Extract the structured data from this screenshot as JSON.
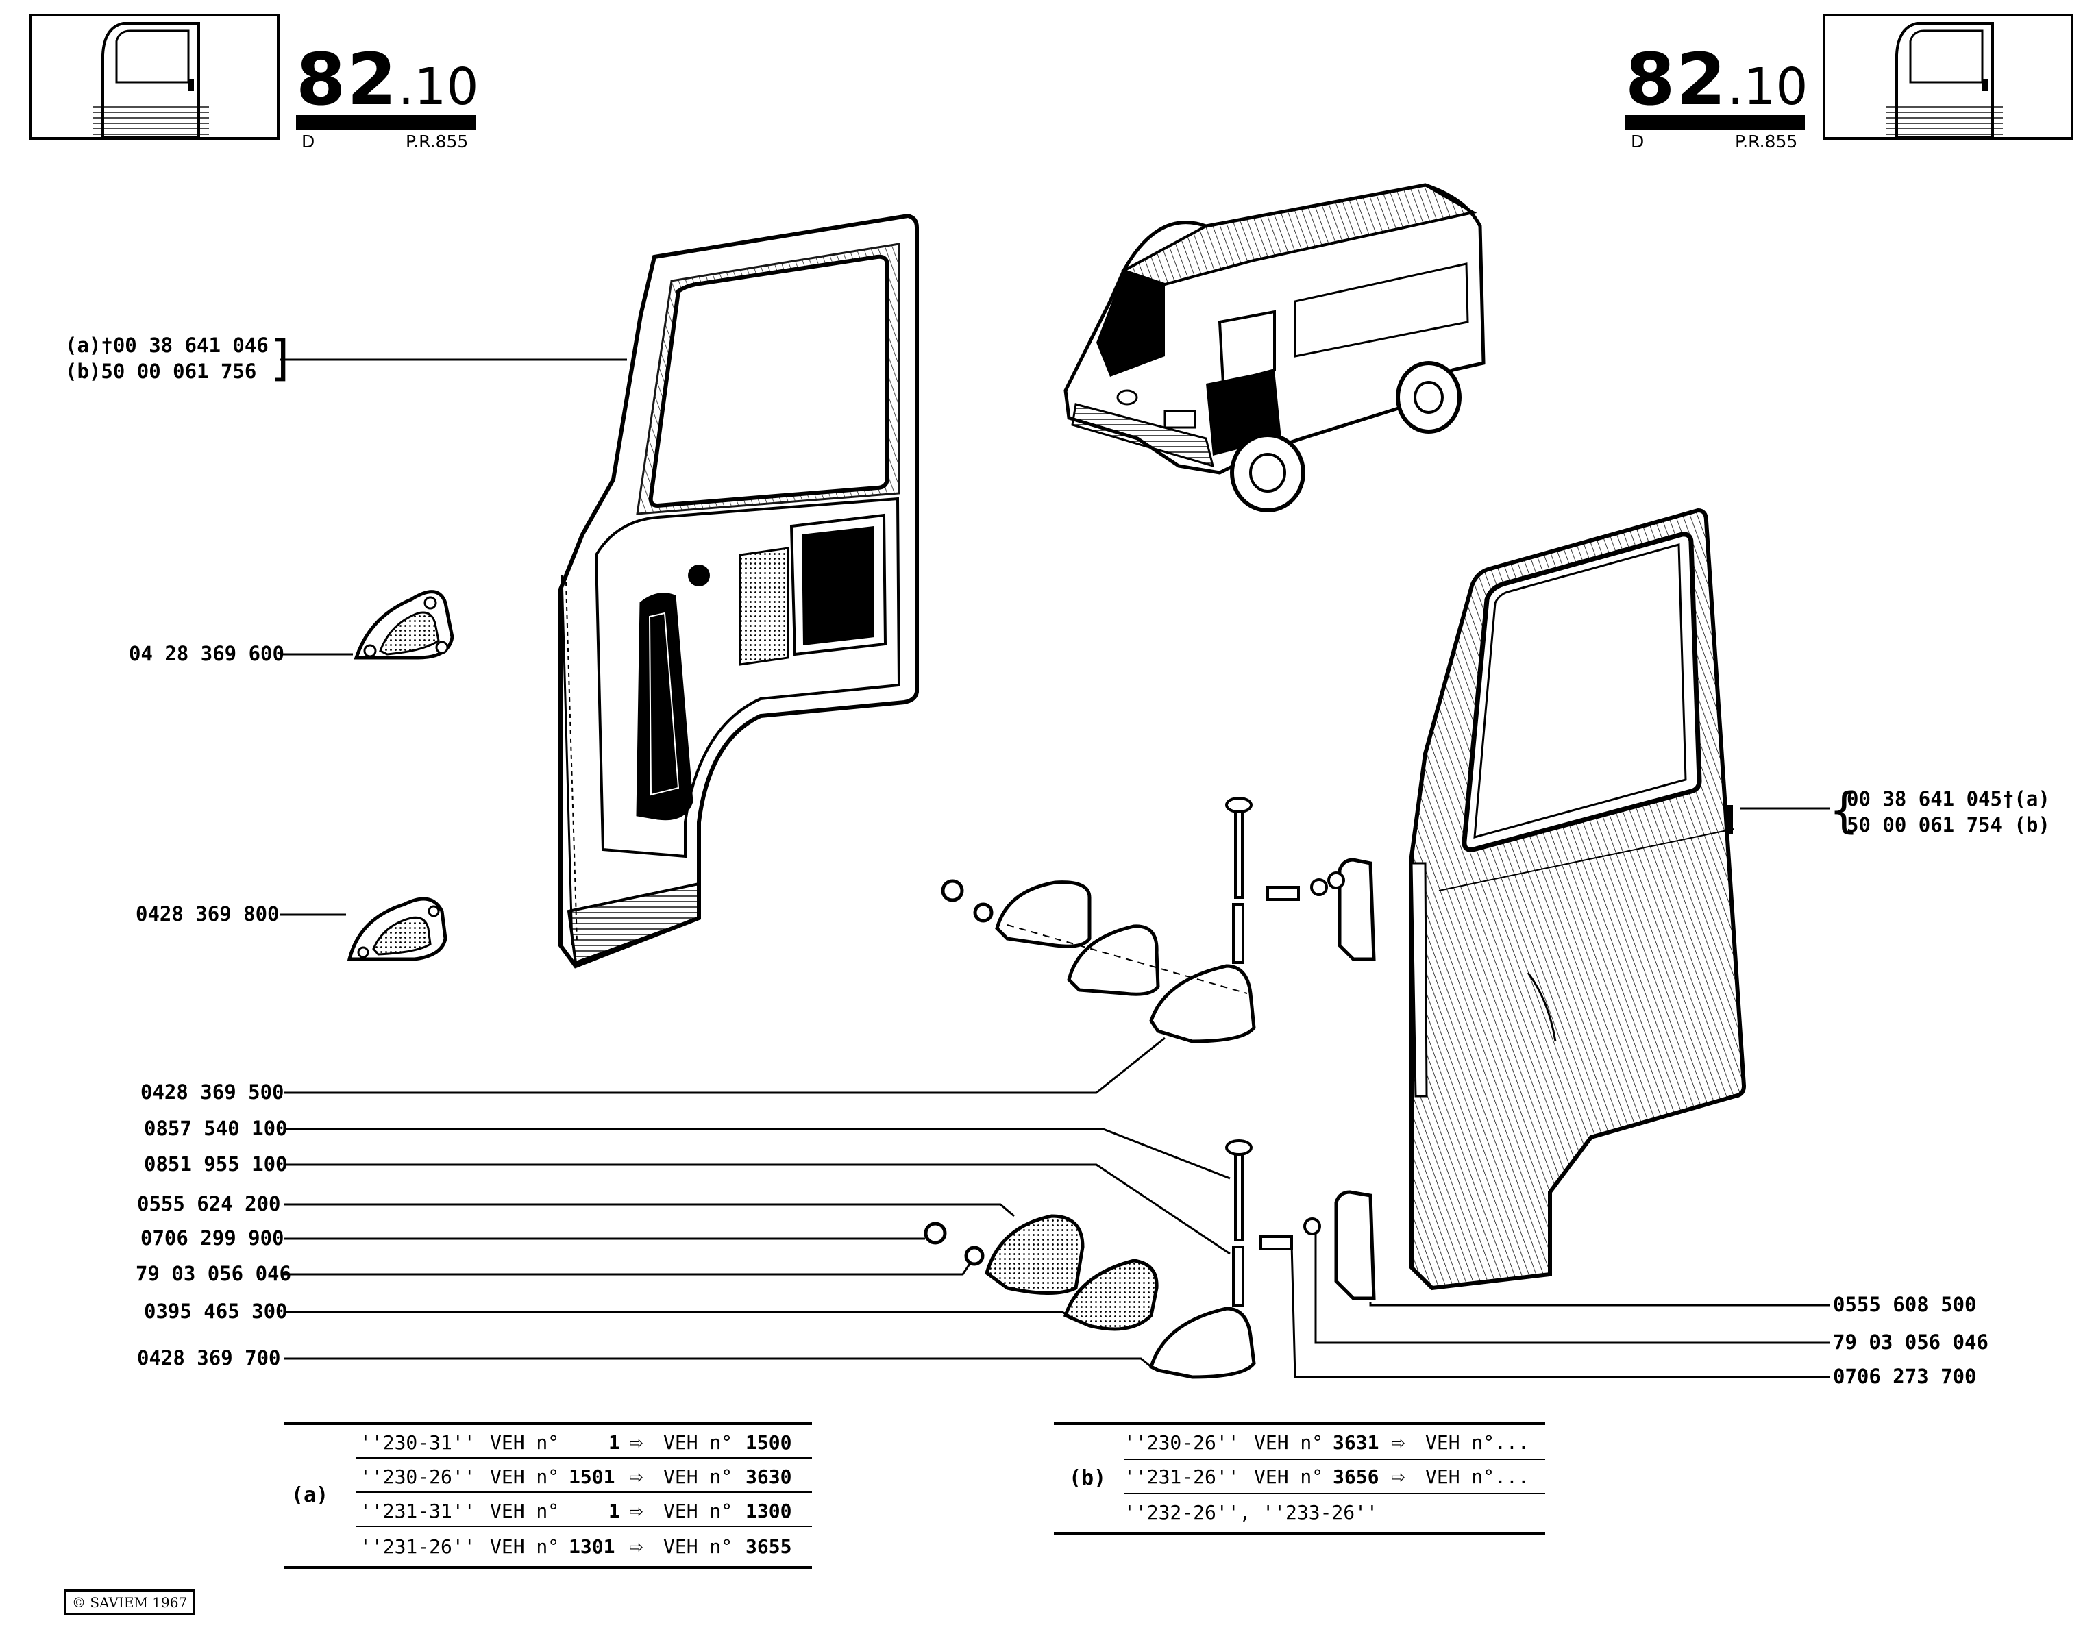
{
  "header": {
    "code_major": "82",
    "code_minor": ".10",
    "sub_left": "D",
    "sub_right": "P.R.855"
  },
  "labels_left": {
    "door_a": "(a)†00 38 641 046",
    "door_b": "(b)50 00 061 756",
    "p1": "04 28 369 600",
    "p2": "0428 369 800",
    "p3": "0428 369 500",
    "p4": "0857 540 100",
    "p5": "0851 955 100",
    "p6": "0555 624 200",
    "p7": "0706 299 900",
    "p8": "79 03 056 046",
    "p9": "0395 465 300",
    "p10": "0428 369 700"
  },
  "labels_right": {
    "door_a": "00 38 641 045†(a)",
    "door_b": "50 00 061 754  (b)",
    "p1": "0555 608 500",
    "p2": "79 03 056 046",
    "p3": "0706 273 700"
  },
  "table_a": {
    "tag": "(a)",
    "rows": [
      {
        "model": "''230-31''",
        "veh": "VEH n°",
        "from": "1",
        "arrow": "⇨",
        "veh2": "VEH n°",
        "to": "1500"
      },
      {
        "model": "''230-26''",
        "veh": "VEH n°",
        "from": "1501",
        "arrow": "⇨",
        "veh2": "VEH n°",
        "to": "3630"
      },
      {
        "model": "''231-31''",
        "veh": "VEH n°",
        "from": "1",
        "arrow": "⇨",
        "veh2": "VEH n°",
        "to": "1300"
      },
      {
        "model": "''231-26''",
        "veh": "VEH n°",
        "from": "1301",
        "arrow": "⇨",
        "veh2": "VEH n°",
        "to": "3655"
      }
    ]
  },
  "table_b": {
    "tag": "(b)",
    "rows": [
      {
        "model": "''230-26''",
        "veh": "VEH n°",
        "from": "3631",
        "arrow": "⇨",
        "veh2": "VEH n°..."
      },
      {
        "model": "''231-26''",
        "veh": "VEH n°",
        "from": "3656",
        "arrow": "⇨",
        "veh2": "VEH n°..."
      },
      {
        "model": "''232-26'', ''233-26''"
      }
    ]
  },
  "copyright": "© SAVIEM 1967"
}
